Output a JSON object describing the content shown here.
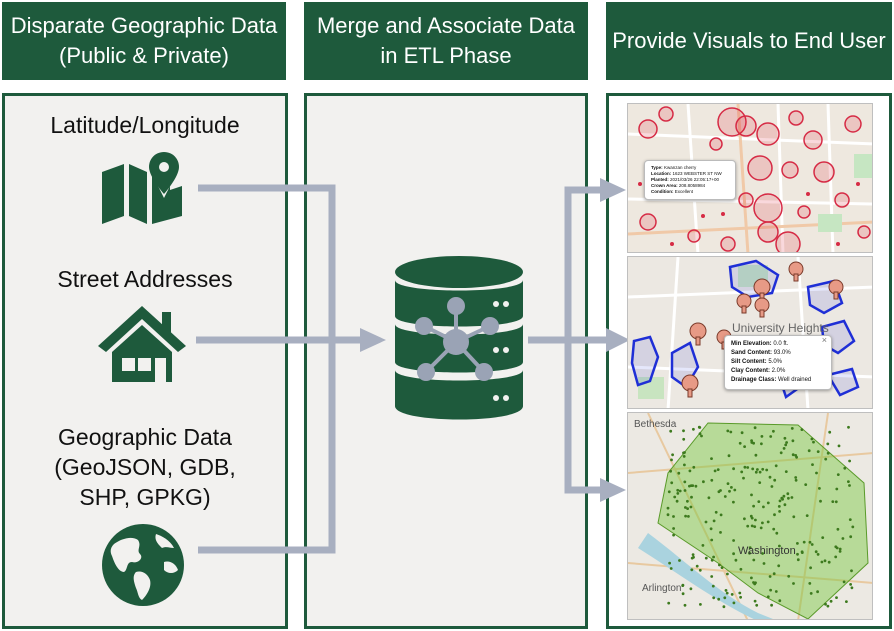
{
  "headers": {
    "col1": "Disparate Geographic Data (Public & Private)",
    "col2": "Merge and Associate Data in ETL Phase",
    "col3": "Provide Visuals to End User"
  },
  "sources": {
    "latlon_label": "Latitude/Longitude",
    "address_label": "Street Addresses",
    "geo_label_line1": "Geographic Data",
    "geo_label_line2": "(GeoJSON, GDB,",
    "geo_label_line3": "SHP, GPKG)"
  },
  "map1": {
    "tooltip": [
      {
        "key": "Type:",
        "value": "Kwanzan cherry"
      },
      {
        "key": "Location:",
        "value": "1623 WEBSTER ST NW"
      },
      {
        "key": "Planted:",
        "value": "2021/03/26 22:05:17+00"
      },
      {
        "key": "Crown Area:",
        "value": "208.8058984"
      },
      {
        "key": "Condition:",
        "value": "Excellent"
      }
    ]
  },
  "map2": {
    "place_label": "University Heights",
    "tooltip": [
      {
        "key": "Min Elevation:",
        "value": "0.0 ft."
      },
      {
        "key": "Sand Content:",
        "value": "93.0%"
      },
      {
        "key": "Silt Content:",
        "value": "5.0%"
      },
      {
        "key": "Clay Content:",
        "value": "2.0%"
      },
      {
        "key": "Drainage Class:",
        "value": "Well drained"
      }
    ],
    "close_symbol": "×"
  },
  "map3": {
    "place_label_1": "Bethesda",
    "place_label_2": "Washington",
    "place_label_3": "Arlington"
  },
  "colors": {
    "brand_green": "#1e5a3c",
    "panel_bg": "#f2f1ef",
    "arrow_gray": "#a8afc0",
    "node_gray": "#9aa3b5"
  },
  "icons": {
    "latlon": "map-pin-icon",
    "address": "house-icon",
    "geo": "globe-icon",
    "etl": "database-network-icon"
  }
}
